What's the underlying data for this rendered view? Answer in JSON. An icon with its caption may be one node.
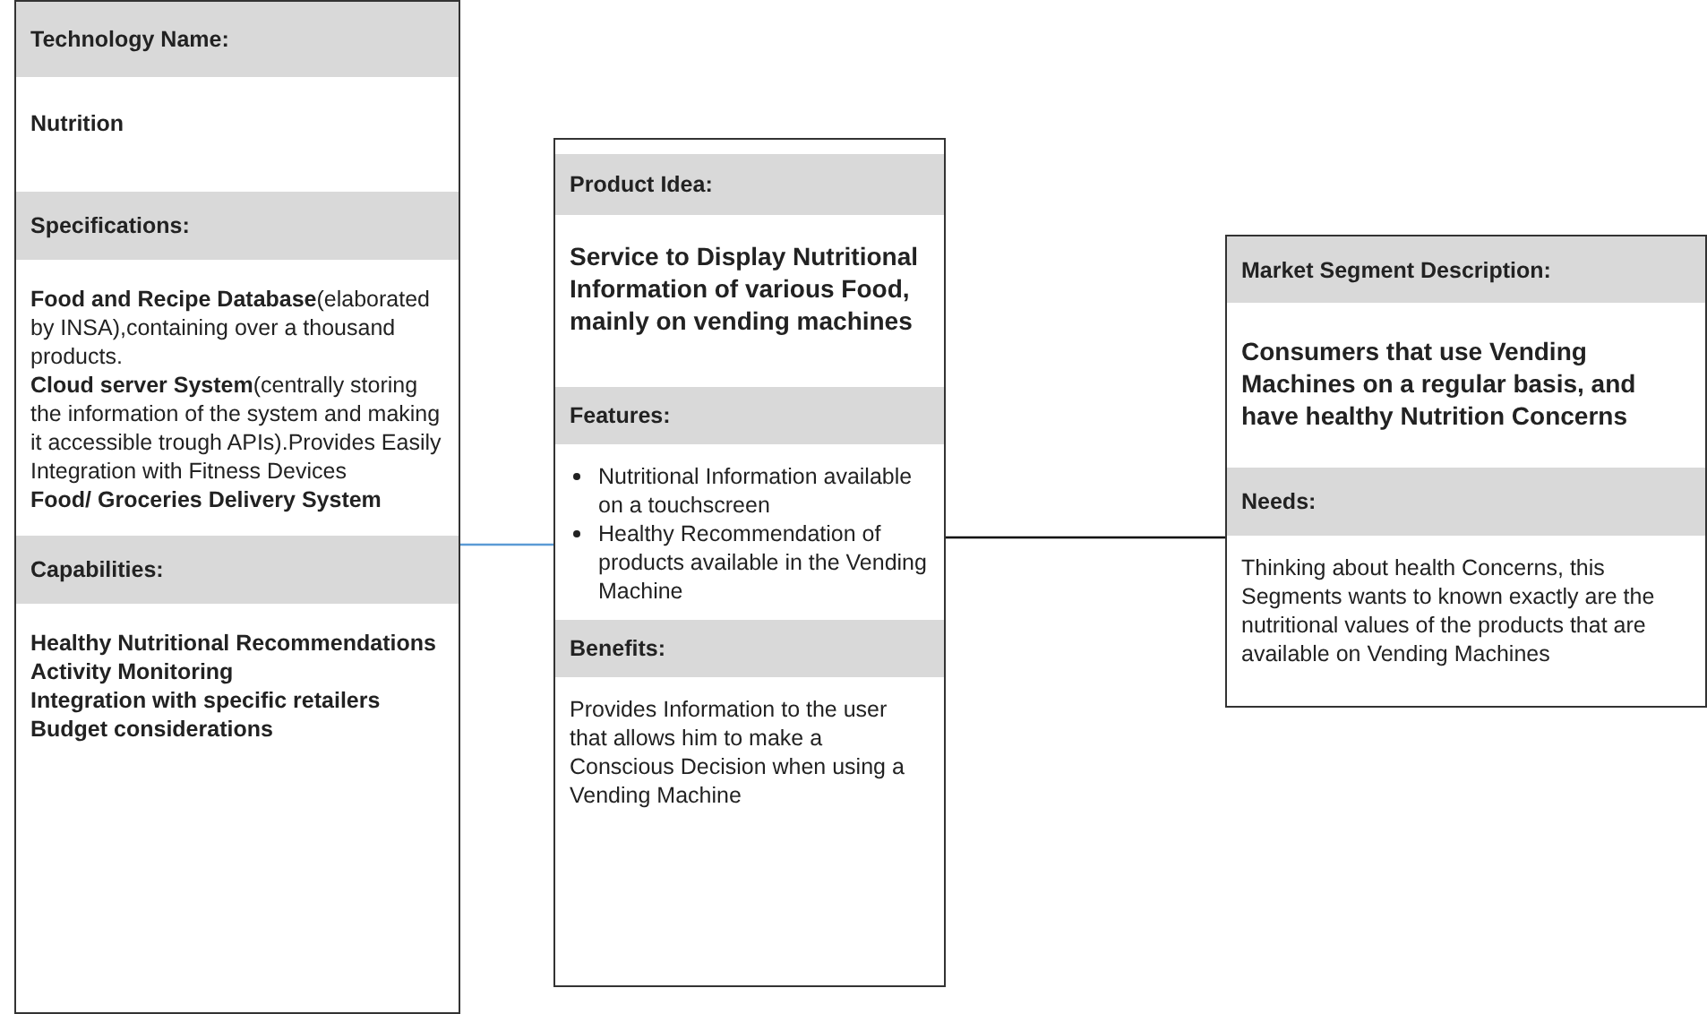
{
  "diagram": {
    "nodes": [
      {
        "text": [
          "Technology Name:",
          "Nutrition",
          "Specifications:",
          "**Food and Recipe Database**(elaborated by INSA),containing over a thousand products.",
          "**Cloud server System**(centrally storing the information of the system and making it accessible trough APIs).Provides Easily Integration with Fitness Devices",
          "Food/ Groceries Delivery System",
          "Capabilities:",
          "Healthy Nutritional Recommendations",
          "Activity Monitoring",
          "Integration with specific retailers",
          "Budget considerations"
        ]
      },
      {
        "text": [
          "Product Idea:",
          "Service to Display Nutritional Information of various Food, mainly on vending machines",
          "Features:",
          "Nutritional Information available on a touchscreen",
          "Healthy Recommendation of products available in the Vending Machine",
          "Benefits:",
          "Provides Information to the user that allows him to make a Conscious Decision when using a Vending Machine"
        ]
      },
      {
        "text": [
          "Market Segment Description:",
          "Consumers that use Vending Machines on a regular basis, and have healthy Nutrition Concerns",
          "Needs:",
          "Thinking about health Concerns, this Segments wants to known exactly are the nutritional values of the products that are available on Vending Machines"
        ]
      }
    ],
    "edges": [
      {
        "from": 0,
        "to": 1,
        "arrow": "none",
        "color": "#5b9bd5"
      },
      {
        "from": 1,
        "to": 2,
        "arrow": "none",
        "color": "#000000"
      }
    ]
  }
}
